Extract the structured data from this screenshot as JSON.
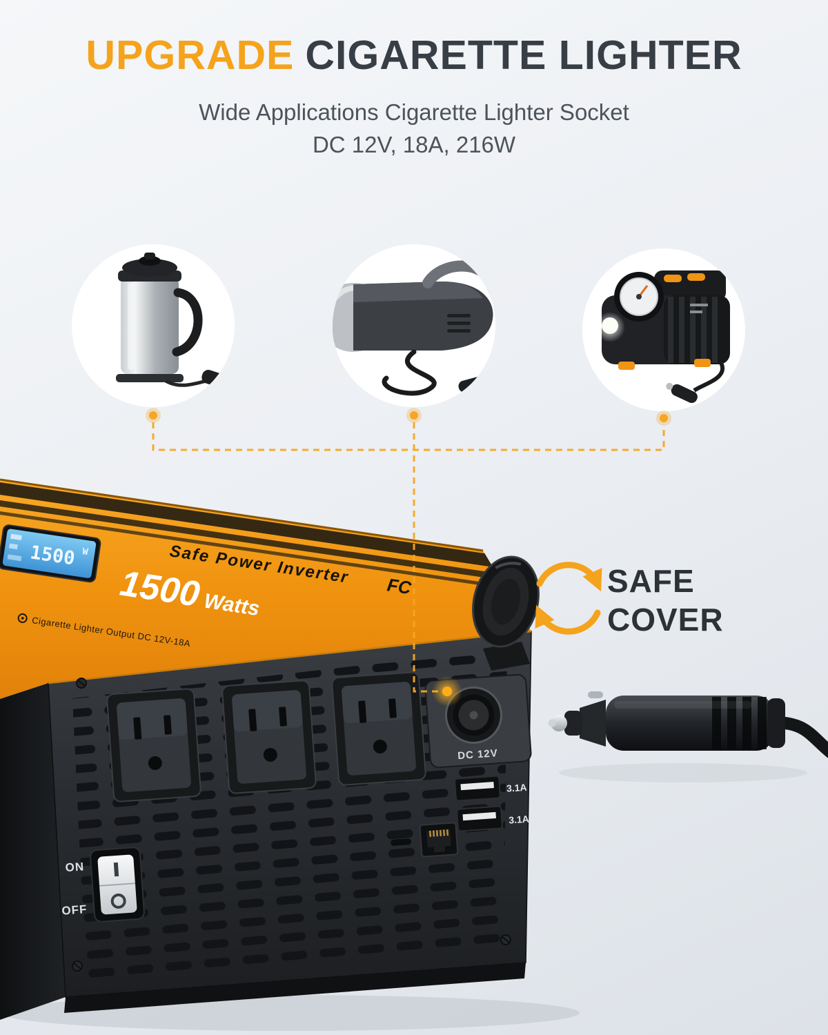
{
  "header": {
    "title_highlight": "UPGRADE",
    "title_rest": "CIGARETTE LIGHTER",
    "subtitle_line1": "Wide Applications Cigarette Lighter Socket",
    "subtitle_line2": "DC 12V, 18A, 216W"
  },
  "applications": [
    {
      "icon": "electric-travel-kettle-icon"
    },
    {
      "icon": "handheld-vacuum-icon"
    },
    {
      "icon": "tire-inflator-icon"
    }
  ],
  "inverter": {
    "brand_text": "Safe Power Inverter",
    "cert_mark": "FC",
    "wattage_value": "1500",
    "wattage_unit": "Watts",
    "top_note": "Cigarette Lighter Output DC 12V-18A",
    "lcd": {
      "value": "1500",
      "unit": "W"
    },
    "dc_socket_label": "DC 12V",
    "usb_labels": [
      "3.1A",
      "3.1A"
    ],
    "switch": {
      "on": "ON",
      "off": "OFF"
    }
  },
  "callout": {
    "line1": "SAFE",
    "line2": "COVER"
  },
  "colors": {
    "accent_orange": "#F5A31C",
    "title_dark": "#383E45",
    "inverter_body": "#26282B",
    "lcd_blue": "#55ACE4"
  }
}
